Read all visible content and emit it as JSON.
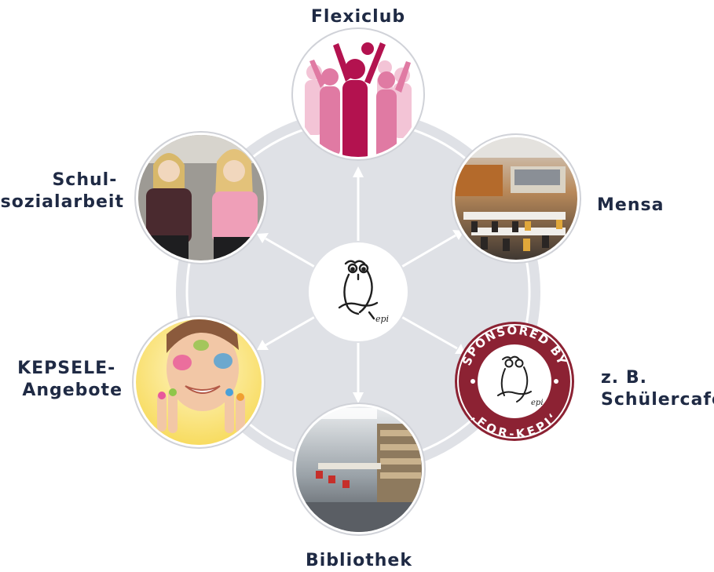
{
  "center": {
    "logo_text": "epi",
    "colors": {
      "hub_fill": "#dfe1e6",
      "ring": "#ffffff",
      "arrow": "#ffffff",
      "ink": "#1f1f1f"
    }
  },
  "nodes": [
    {
      "id": "flexiclub",
      "label": "Flexiclub",
      "icon": "dancing-silhouettes-photo"
    },
    {
      "id": "mensa",
      "label": "Mensa",
      "icon": "cafeteria-photo"
    },
    {
      "id": "schuelercafe",
      "label": "z. B.\nSchülercafé",
      "icon": "sponsored-badge"
    },
    {
      "id": "bibliothek",
      "label": "Bibliothek",
      "icon": "library-photo"
    },
    {
      "id": "kepsele",
      "label": "KEPSELE-\nAngebote",
      "icon": "painted-face-child-photo"
    },
    {
      "id": "schulsozialarbeit",
      "label": "Schul-\nsozialarbeit",
      "icon": "two-women-photo"
    }
  ],
  "badge": {
    "top_text": "SPONSORED BY",
    "bottom_text": "‚FOR-KEPI‘",
    "logo_text": "epi",
    "color": "#8c2233"
  },
  "colors": {
    "label": "#1f2a44",
    "magenta": "#c2185b",
    "pink_light": "#f3c4d6"
  }
}
